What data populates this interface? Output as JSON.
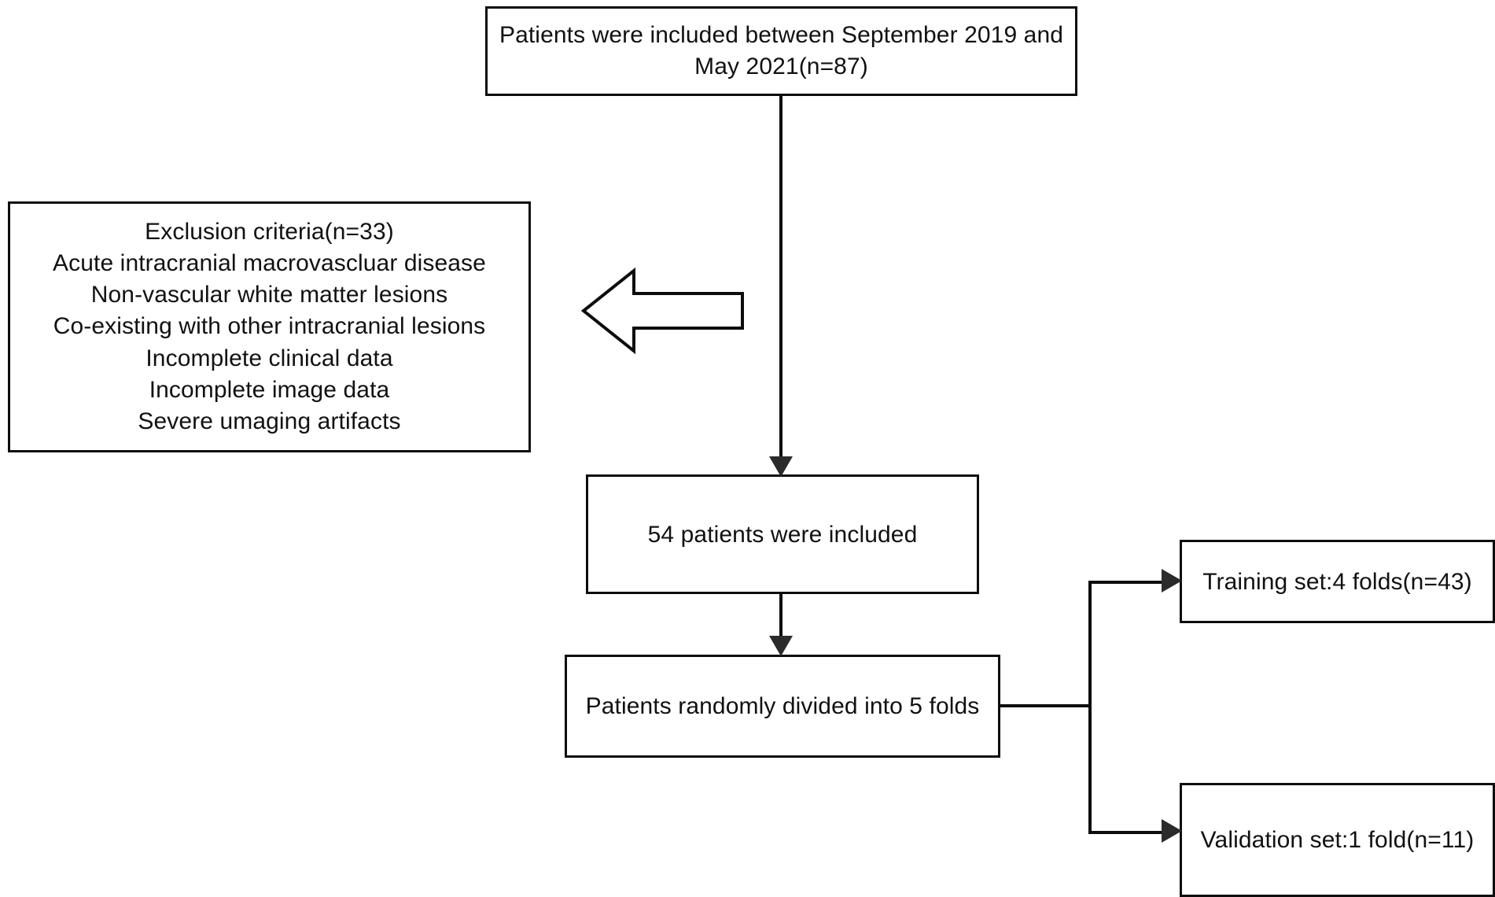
{
  "diagram": {
    "type": "flowchart",
    "title": "Patient enrollment and dataset split flowchart",
    "colors": {
      "stroke": "#0d0d0d",
      "arrowhead": "#2b2b2b",
      "background": "#ffffff",
      "text": "#111111"
    },
    "nodes": {
      "enrollment": {
        "text": "Patients were included between September 2019 and May 2021(n=87)",
        "count": 87
      },
      "exclusion": {
        "text": "Exclusion criteria(n=33)\nAcute intracranial macrovascluar disease\nNon-vascular white matter lesions\nCo-existing with other intracranial lesions\nIncomplete clinical data\nIncomplete image data\nSevere umaging artifacts",
        "heading": "Exclusion criteria(n=33)",
        "count": 33,
        "criteria": [
          "Acute intracranial macrovascluar disease",
          "Non-vascular white matter lesions",
          "Co-existing with other intracranial lesions",
          "Incomplete clinical data",
          "Incomplete image data",
          "Severe umaging artifacts"
        ]
      },
      "included": {
        "text": "54 patients were included",
        "count": 54
      },
      "folds": {
        "text": "Patients randomly divided into 5 folds",
        "folds": 5
      },
      "training": {
        "text": "Training set:4 folds(n=43)",
        "folds": 4,
        "count": 43
      },
      "validation": {
        "text": "Validation set:1 fold(n=11)",
        "folds": 1,
        "count": 11
      }
    },
    "edges": [
      {
        "from": "enrollment",
        "to": "included",
        "style": "solid-arrow-down"
      },
      {
        "from": "enrollment",
        "to": "exclusion",
        "style": "hollow-block-arrow-left"
      },
      {
        "from": "included",
        "to": "folds",
        "style": "solid-arrow-down"
      },
      {
        "from": "folds",
        "to": "training",
        "style": "elbow-arrow-right"
      },
      {
        "from": "folds",
        "to": "validation",
        "style": "elbow-arrow-right"
      }
    ]
  }
}
